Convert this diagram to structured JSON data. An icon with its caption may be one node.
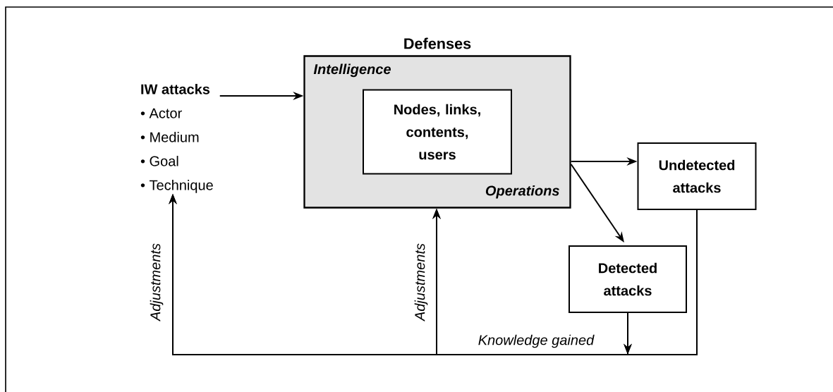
{
  "diagram": {
    "nodes": [
      {
        "text": [
          "IW attacks",
          "• Actor",
          "• Medium",
          "• Goal",
          "• Technique"
        ]
      },
      {
        "text": [
          "Defenses",
          "Intelligence",
          "Operations"
        ]
      },
      {
        "text": [
          "Nodes, links, contents, users"
        ],
        "in": 1
      },
      {
        "text": [
          "Undetected attacks"
        ]
      },
      {
        "text": [
          "Detected attacks"
        ]
      }
    ],
    "edges": [
      {
        "from": 0,
        "to": 1,
        "arrow": "to"
      },
      {
        "from": 1,
        "to": 3,
        "arrow": "to"
      },
      {
        "from": 1,
        "to": 4,
        "arrow": "to"
      },
      {
        "from": 3,
        "to": 0,
        "arrow": "to"
      },
      {
        "from": 3,
        "to": 1,
        "arrow": "to"
      },
      {
        "from": 4,
        "to": 0,
        "arrow": "to"
      },
      {
        "from": 4,
        "to": 1,
        "arrow": "to"
      }
    ],
    "labels": [
      "Adjustments",
      "Adjustments",
      "Knowledge gained"
    ]
  }
}
